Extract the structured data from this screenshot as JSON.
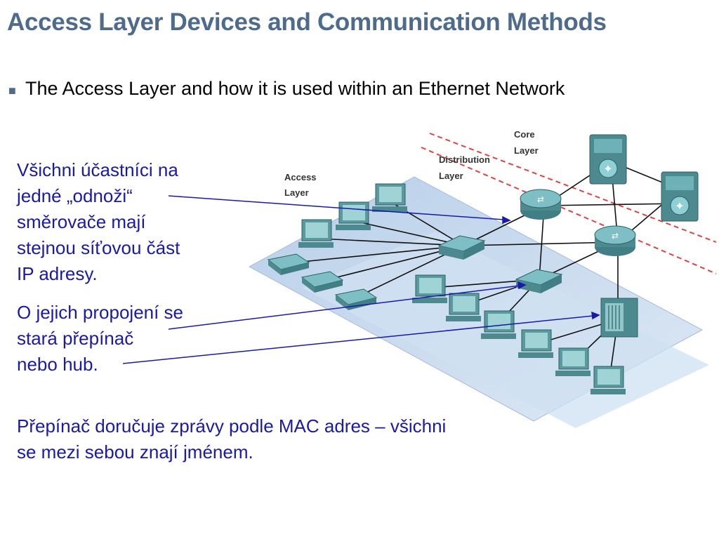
{
  "slide": {
    "title": "Access Layer Devices and Communication Methods",
    "bullet": "The Access Layer  and how it is used within an Ethernet Network"
  },
  "notes": {
    "note1_lines": [
      "Všichni účastníci na",
      "jedné „odnoži“",
      "směrovače mají",
      "stejnou síťovou část",
      "IP adresy."
    ],
    "note2_lines": [
      "O jejich propojení se",
      "stará přepínač",
      "nebo hub."
    ],
    "note3_lines": [
      "Přepínač doručuje zprávy podle MAC adres – všichni",
      "se mezi sebou znají jménem."
    ]
  },
  "diagram": {
    "core_label": [
      "Core",
      "Layer"
    ],
    "distribution_label": [
      "Distribution",
      "Layer"
    ],
    "access_label": [
      "Access",
      "Layer"
    ]
  },
  "colors": {
    "title": "#4f6b8c",
    "note_text": "#1a1aa8",
    "arrow": "#1a1aa8",
    "floor": "#c8daf0",
    "device": "#5a9a9f",
    "layer_boundary": "#d44"
  }
}
